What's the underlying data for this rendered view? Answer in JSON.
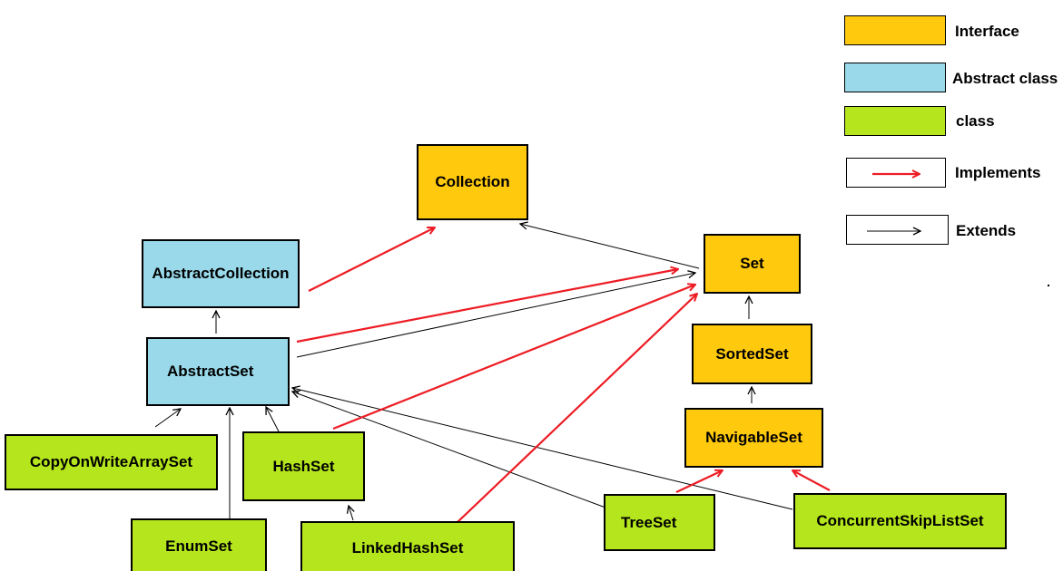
{
  "colors": {
    "interface": "#FFC90E",
    "abstract": "#99D9EA",
    "class": "#B5E61D",
    "implements": "#ED1C24",
    "extends": "#000000"
  },
  "legend": {
    "interface": "Interface",
    "abstract": "Abstract class",
    "class": "class",
    "implements": "Implements",
    "extends": "Extends"
  },
  "nodes": {
    "collection": {
      "label": "Collection",
      "kind": "interface"
    },
    "set": {
      "label": "Set",
      "kind": "interface"
    },
    "sortedset": {
      "label": "SortedSet",
      "kind": "interface"
    },
    "navigableset": {
      "label": "NavigableSet",
      "kind": "interface"
    },
    "abstractcollection": {
      "label": "AbstractCollection",
      "kind": "abstract"
    },
    "abstractset": {
      "label": "AbstractSet",
      "kind": "abstract"
    },
    "copyonwritearrayset": {
      "label": "CopyOnWriteArraySet",
      "kind": "class"
    },
    "hashset": {
      "label": "HashSet",
      "kind": "class"
    },
    "enumset": {
      "label": "EnumSet",
      "kind": "class"
    },
    "linkedhashset": {
      "label": "LinkedHashSet",
      "kind": "class"
    },
    "treeset": {
      "label": "TreeSet",
      "kind": "class"
    },
    "concurrentskiplistset": {
      "label": "ConcurrentSkipListSet",
      "kind": "class"
    }
  },
  "relations": [
    {
      "from": "AbstractCollection",
      "to": "Collection",
      "type": "implements"
    },
    {
      "from": "Set",
      "to": "Collection",
      "type": "extends"
    },
    {
      "from": "AbstractSet",
      "to": "AbstractCollection",
      "type": "extends"
    },
    {
      "from": "AbstractSet",
      "to": "Set",
      "type": "implements"
    },
    {
      "from": "AbstractSet",
      "to": "Set",
      "type": "extends"
    },
    {
      "from": "SortedSet",
      "to": "Set",
      "type": "extends"
    },
    {
      "from": "NavigableSet",
      "to": "SortedSet",
      "type": "extends"
    },
    {
      "from": "CopyOnWriteArraySet",
      "to": "AbstractSet",
      "type": "extends"
    },
    {
      "from": "EnumSet",
      "to": "AbstractSet",
      "type": "extends"
    },
    {
      "from": "HashSet",
      "to": "AbstractSet",
      "type": "extends"
    },
    {
      "from": "HashSet",
      "to": "Set",
      "type": "implements"
    },
    {
      "from": "LinkedHashSet",
      "to": "HashSet",
      "type": "extends"
    },
    {
      "from": "LinkedHashSet",
      "to": "Set",
      "type": "implements"
    },
    {
      "from": "TreeSet",
      "to": "AbstractSet",
      "type": "extends"
    },
    {
      "from": "TreeSet",
      "to": "NavigableSet",
      "type": "implements"
    },
    {
      "from": "ConcurrentSkipListSet",
      "to": "AbstractSet",
      "type": "extends"
    },
    {
      "from": "ConcurrentSkipListSet",
      "to": "NavigableSet",
      "type": "implements"
    }
  ]
}
